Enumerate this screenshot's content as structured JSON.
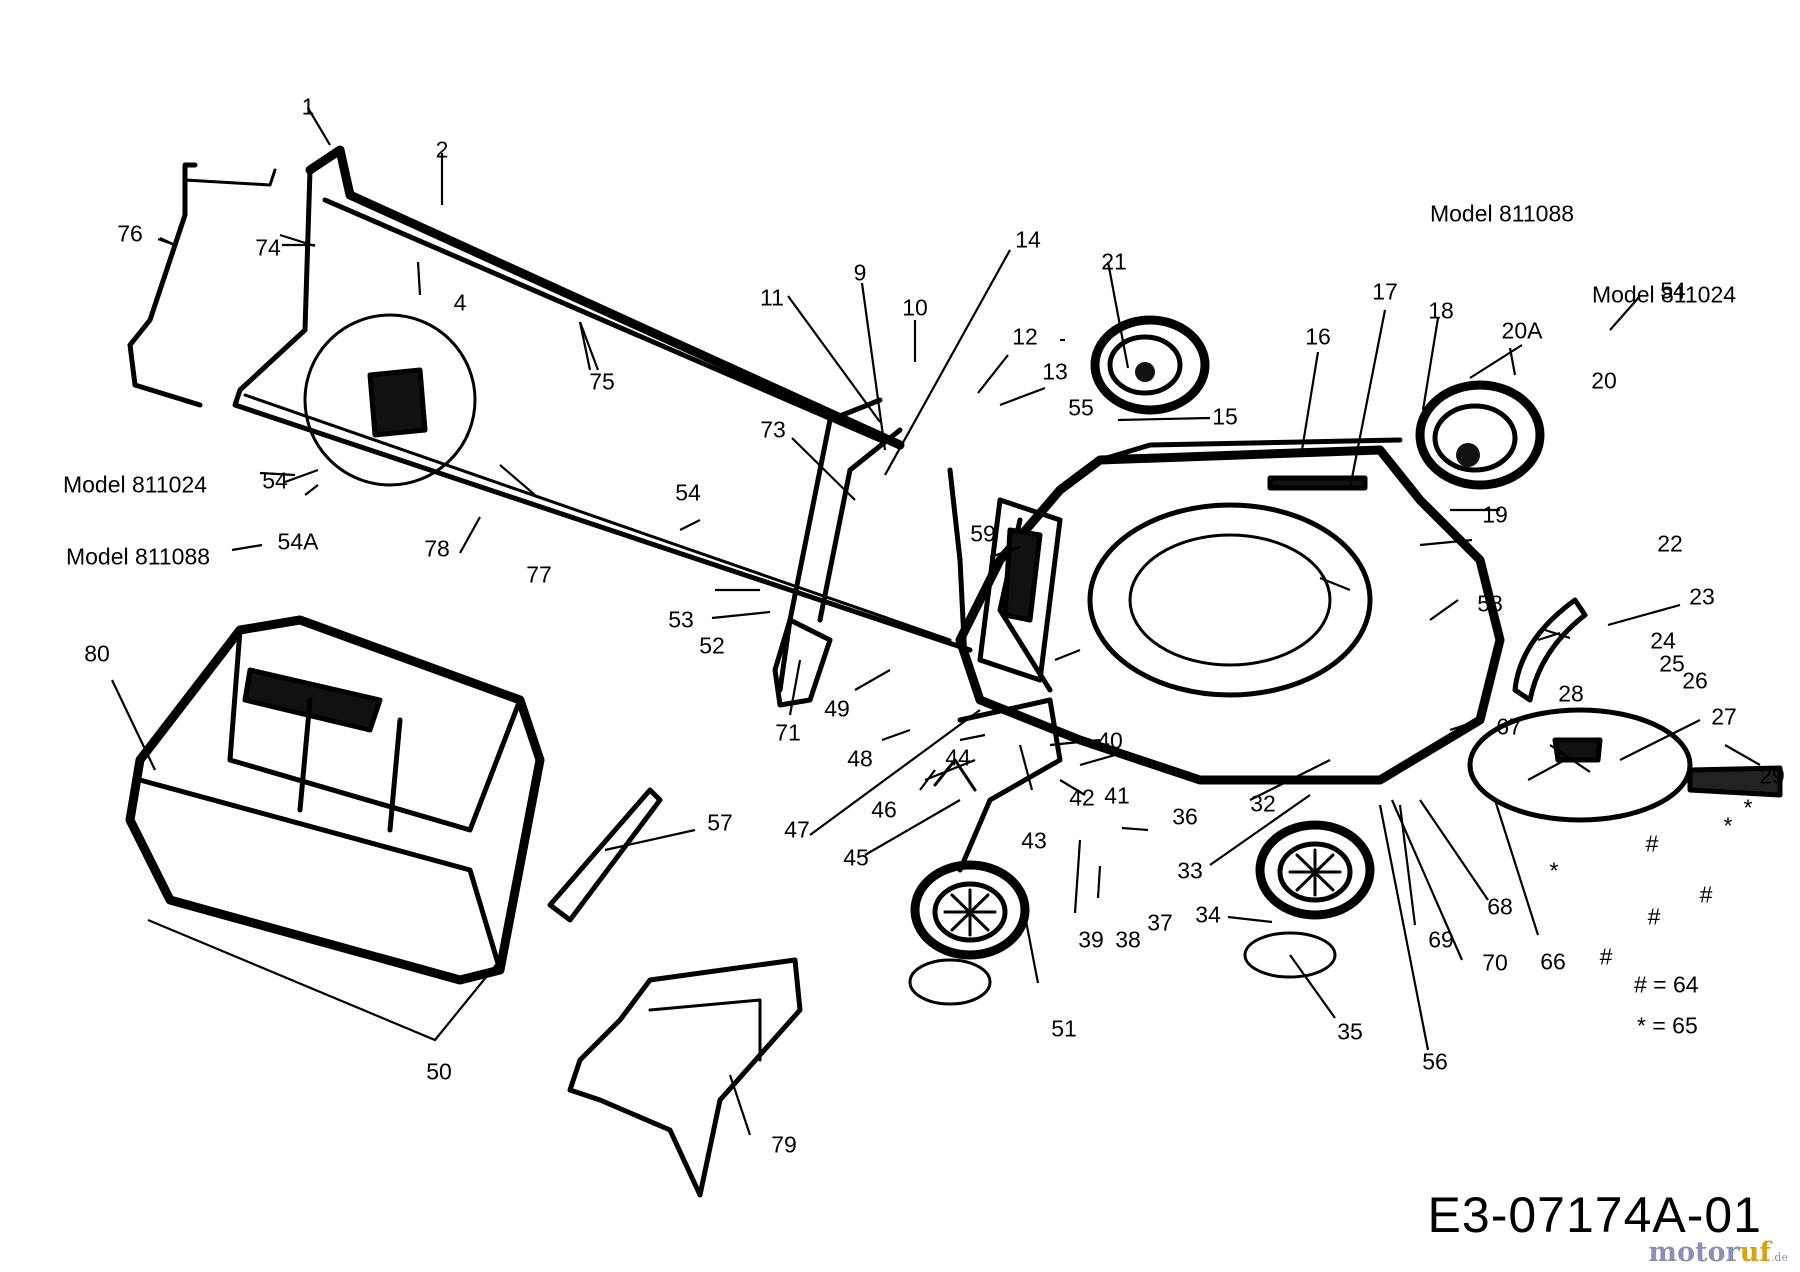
{
  "diagram": {
    "callouts": [
      "1",
      "2",
      "4",
      "9",
      "10",
      "11",
      "12",
      "13",
      "14",
      "15",
      "16",
      "17",
      "18",
      "19",
      "20",
      "20A",
      "21",
      "22",
      "23",
      "24",
      "25",
      "26",
      "27",
      "28",
      "29",
      "32",
      "33",
      "34",
      "35",
      "36",
      "37",
      "38",
      "39",
      "40",
      "41",
      "42",
      "43",
      "44",
      "45",
      "46",
      "47",
      "48",
      "49",
      "50",
      "51",
      "52",
      "53",
      "54",
      "54",
      "54",
      "54A",
      "55",
      "56",
      "57",
      "58",
      "59",
      "66",
      "67",
      "68",
      "69",
      "70",
      "71",
      "73",
      "74",
      "75",
      "76",
      "77",
      "78",
      "79",
      "80"
    ],
    "markers": [
      "*",
      "*",
      "*",
      "#",
      "#",
      "#",
      "#"
    ],
    "model_notes": [
      "Model 811088",
      "Model 811024",
      "Model 811024",
      "Model 811088"
    ],
    "legend": [
      "# = 64",
      "* = 65"
    ],
    "drawing_code": "E3-07174A-01",
    "watermark": {
      "part1": "motor",
      "part2": "uf",
      "suffix": ".de"
    }
  }
}
